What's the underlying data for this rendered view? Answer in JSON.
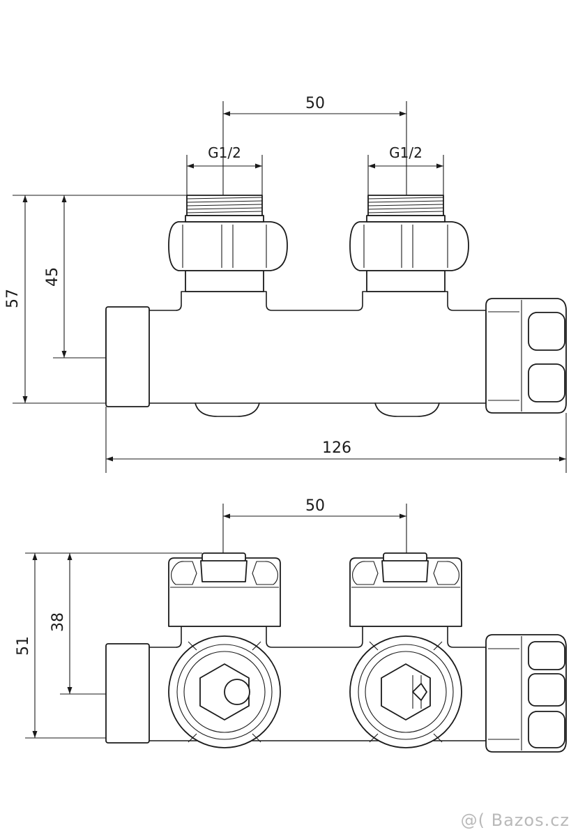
{
  "top_view": {
    "dim_spacing": "50",
    "thread_left": "G1/2",
    "thread_right": "G1/2",
    "dim_height_total": "57",
    "dim_height_partial": "45",
    "dim_length": "126"
  },
  "bottom_view": {
    "dim_spacing": "50",
    "dim_height_total": "51",
    "dim_height_partial": "38"
  },
  "watermark": "@( Bazos.cz"
}
